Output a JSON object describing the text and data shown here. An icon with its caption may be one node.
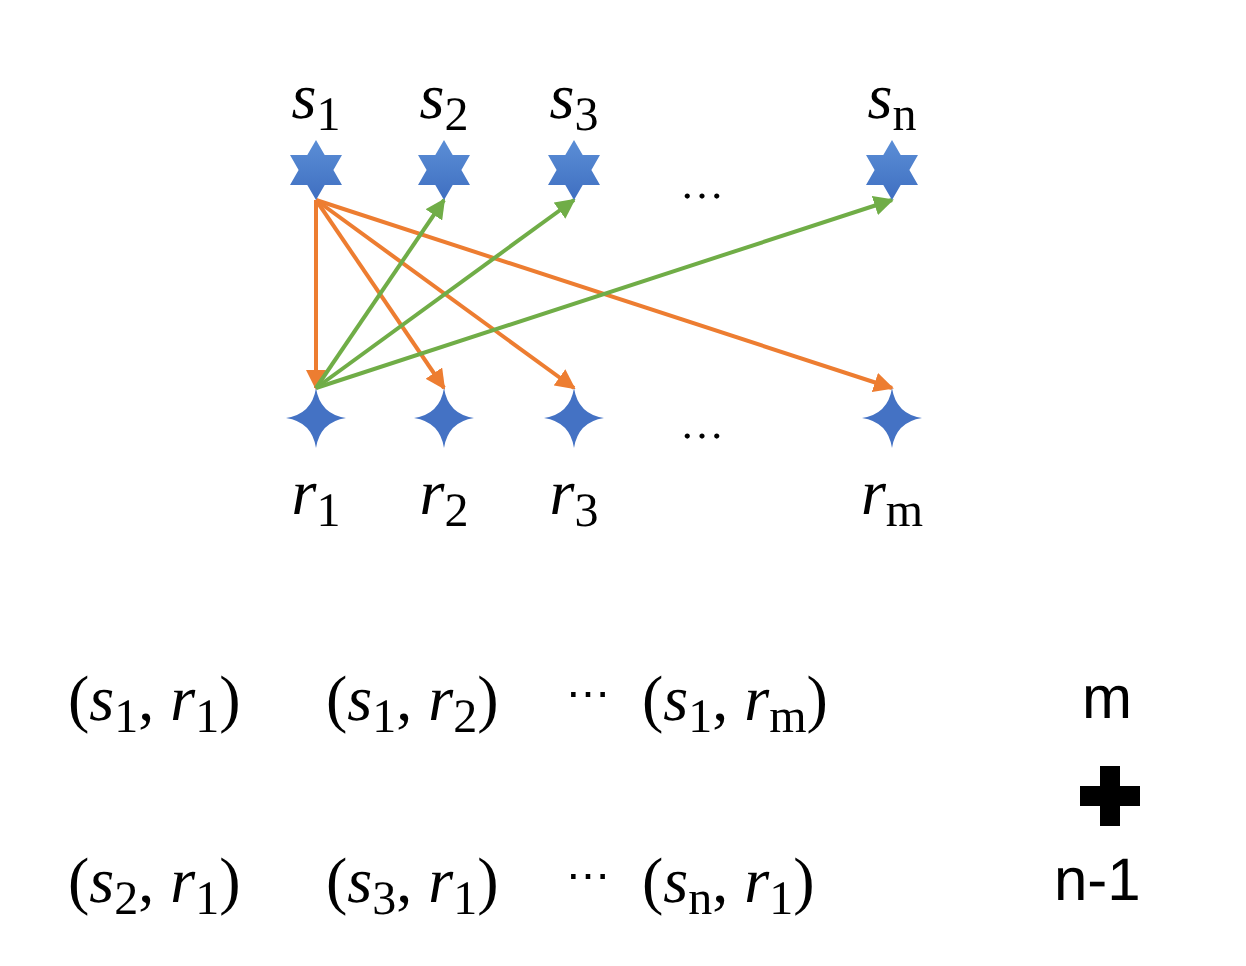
{
  "diagram": {
    "nodes": [
      {
        "text": [
          "*s*$_{1}$"
        ]
      },
      {
        "text": [
          "*s*$_{2}$"
        ]
      },
      {
        "text": [
          "*s*$_{3}$"
        ]
      },
      {
        "text": [
          "*s*$_{n}$"
        ]
      },
      {
        "text": [
          "*r*$_{1}$"
        ]
      },
      {
        "text": [
          "*r*$_{2}$"
        ]
      },
      {
        "text": [
          "*r*$_{3}$"
        ]
      },
      {
        "text": [
          "*r*$_{m}$"
        ]
      }
    ],
    "edges": [
      {
        "from": 0,
        "to": 4,
        "arrow": "to"
      },
      {
        "from": 0,
        "to": 5,
        "arrow": "to"
      },
      {
        "from": 0,
        "to": 6,
        "arrow": "to"
      },
      {
        "from": 0,
        "to": 7,
        "arrow": "to"
      },
      {
        "from": 4,
        "to": 1,
        "arrow": "to",
        "color": "#70ad47"
      },
      {
        "from": 4,
        "to": 2,
        "arrow": "to",
        "color": "#70ad47"
      },
      {
        "from": 4,
        "to": 3,
        "arrow": "to",
        "color": "#70ad47"
      }
    ],
    "labels": [
      "…",
      "…",
      "(*s*$_{1}$, *r*$_{1}$)",
      "(*s*$_{1}$, *r*$_{2}$)",
      "⋯",
      "(*s*$_{1}$, *r*$_{m}$)",
      "m",
      "(*s*$_{2}$, *r*$_{1}$)",
      "(*s*$_{3}$, *r*$_{1}$)",
      "⋯",
      "(*s*$_{n}$, *r*$_{1}$)",
      "n-1"
    ]
  }
}
